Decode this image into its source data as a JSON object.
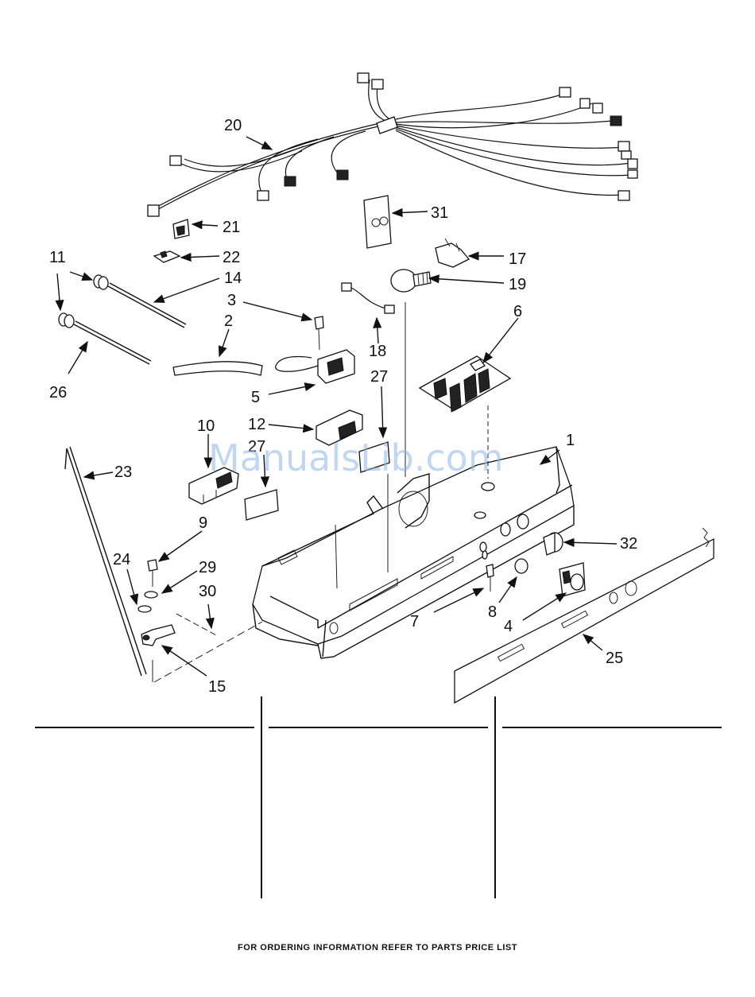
{
  "watermark": "ManualsLib.com",
  "footer": "FOR ORDERING INFORMATION REFER TO PARTS PRICE LIST",
  "callouts": {
    "c1": "1",
    "c2": "2",
    "c3": "3",
    "c4": "4",
    "c5": "5",
    "c6": "6",
    "c7": "7",
    "c8": "8",
    "c9": "9",
    "c10": "10",
    "c11": "11",
    "c12": "12",
    "c14": "14",
    "c15": "15",
    "c17": "17",
    "c18": "18",
    "c19": "19",
    "c20": "20",
    "c21": "21",
    "c22": "22",
    "c23": "23",
    "c24": "24",
    "c25": "25",
    "c26": "26",
    "c27a": "27",
    "c27b": "27",
    "c29": "29",
    "c30": "30",
    "c31": "31",
    "c32": "32"
  }
}
